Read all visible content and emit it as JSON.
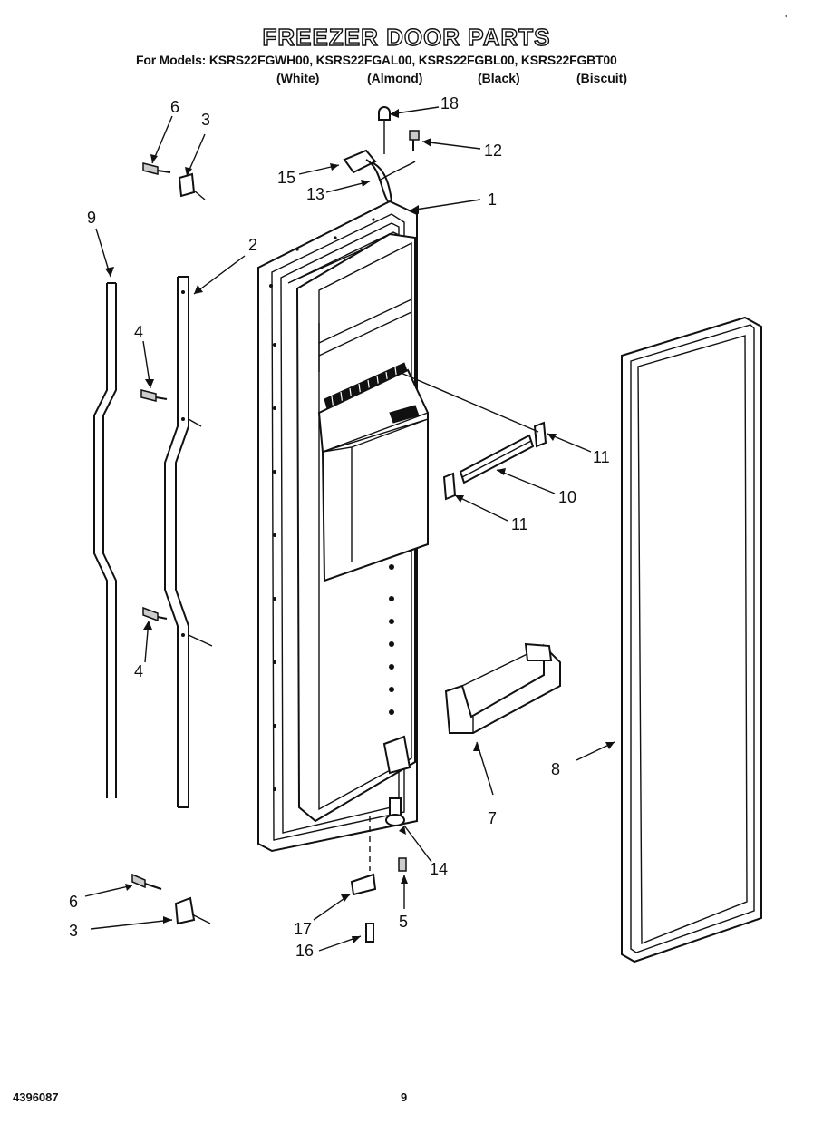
{
  "title": "FREEZER DOOR PARTS",
  "models_line": "For Models: KSRS22FGWH00, KSRS22FGAL00, KSRS22FGBL00, KSRS22FGBT00",
  "colors": [
    "(White)",
    "(Almond)",
    "(Black)",
    "(Biscuit)"
  ],
  "corner_mark": "'",
  "callouts": {
    "c18": "18",
    "c12": "12",
    "c15": "15",
    "c13": "13",
    "c1": "1",
    "c6a": "6",
    "c3a": "3",
    "c9": "9",
    "c2": "2",
    "c4a": "4",
    "c4b": "4",
    "c11a": "11",
    "c10": "10",
    "c11b": "11",
    "c8": "8",
    "c7": "7",
    "c14": "14",
    "c5": "5",
    "c6b": "6",
    "c3b": "3",
    "c17": "17",
    "c16": "16"
  },
  "footer": {
    "doc_number": "4396087",
    "page": "9"
  }
}
